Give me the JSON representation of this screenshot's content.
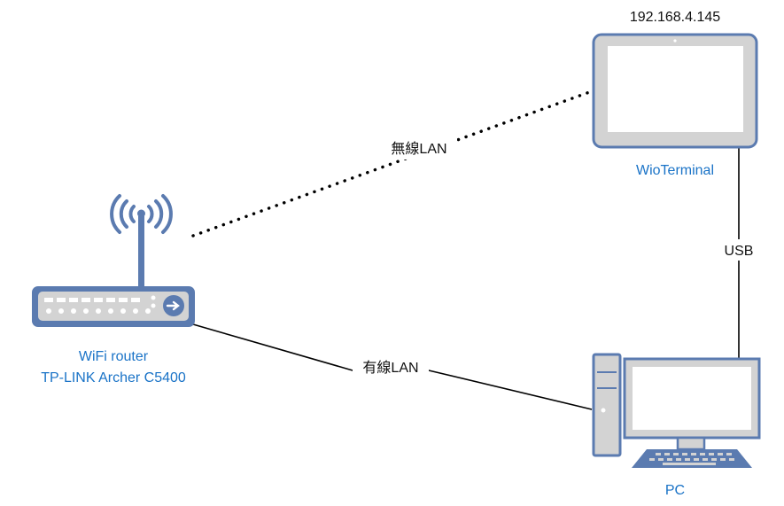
{
  "devices": {
    "router": {
      "label_line1": "WiFi router",
      "label_line2": "TP-LINK Archer C5400"
    },
    "terminal": {
      "ip": "192.168.4.145",
      "label": "WioTerminal"
    },
    "pc": {
      "label": "PC"
    }
  },
  "connections": {
    "wireless": {
      "label": "無線LAN"
    },
    "wired": {
      "label": "有線LAN"
    },
    "usb": {
      "label": "USB"
    }
  },
  "colors": {
    "device_stroke": "#5b7bb0",
    "device_fill": "#d3d3d3",
    "screen_fill": "#ffffff",
    "label_blue": "#1a73c7",
    "line": "#000000"
  }
}
